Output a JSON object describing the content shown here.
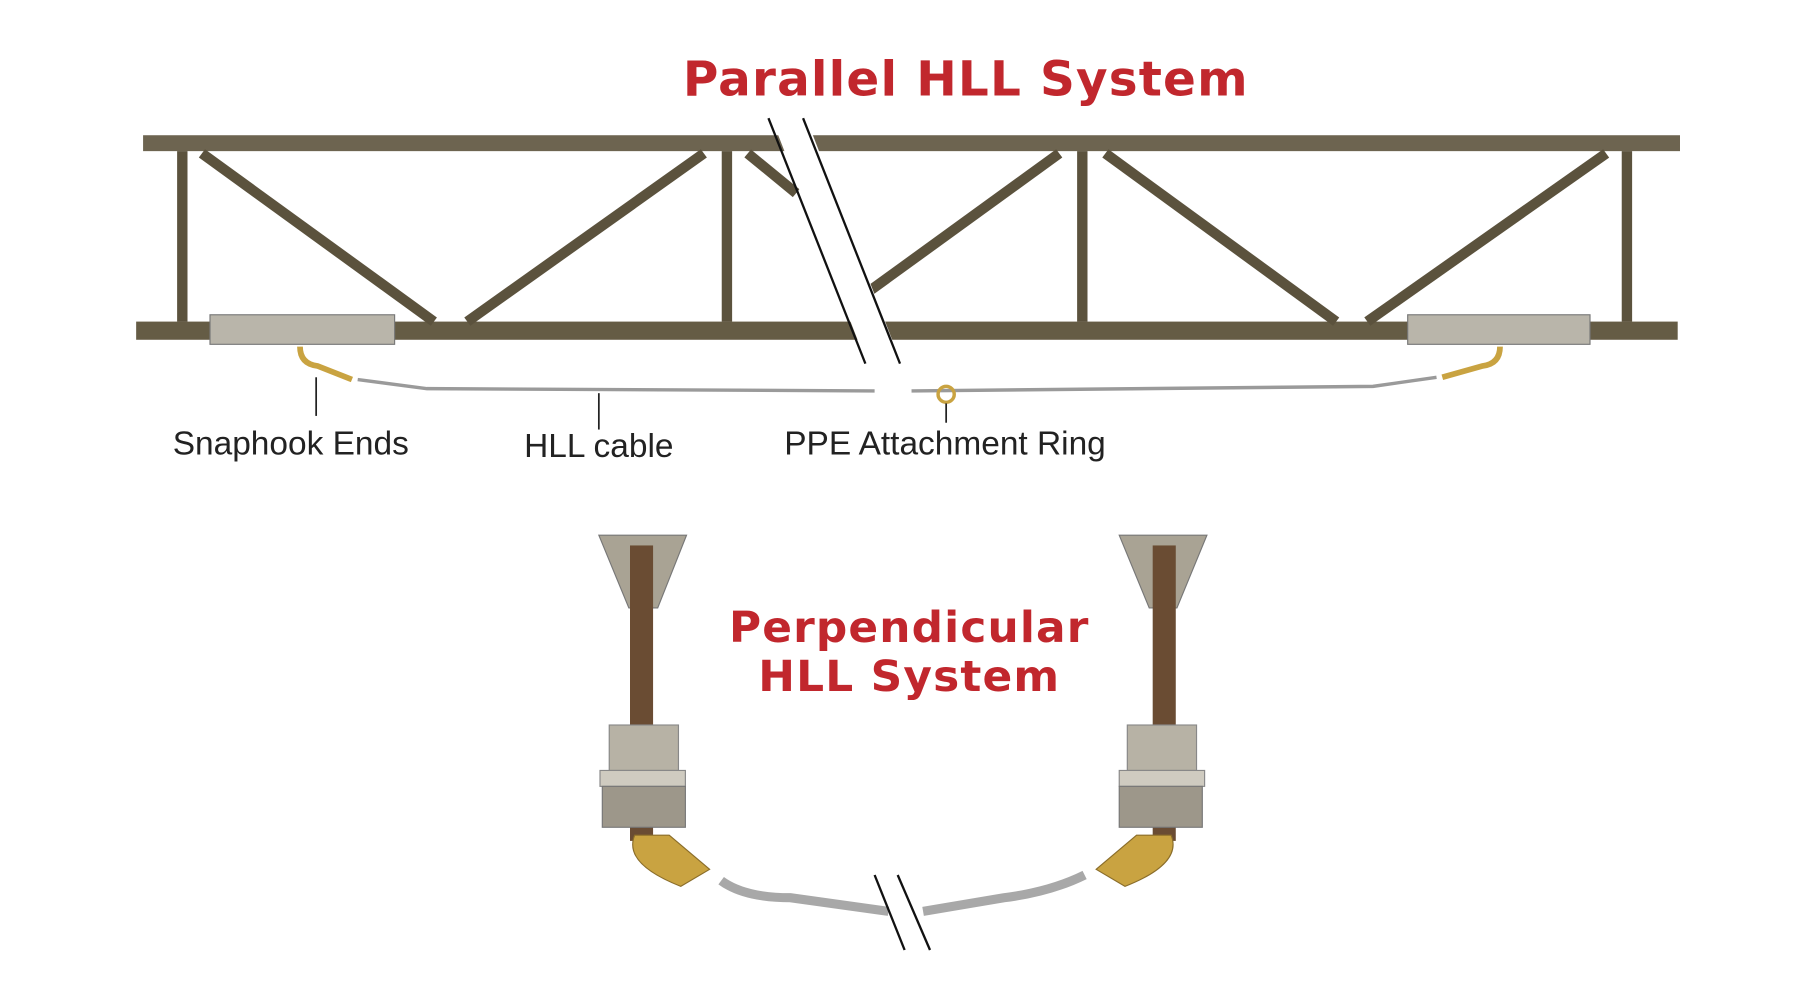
{
  "titles": {
    "parallel": "Parallel HLL System",
    "perpendicular_line1": "Perpendicular",
    "perpendicular_line2": "HLL System"
  },
  "labels": {
    "snaphook": "Snaphook Ends",
    "cable": "HLL cable",
    "ring": "PPE Attachment Ring"
  },
  "colors": {
    "title": "#c1272d",
    "steel": "#5e5540",
    "cable": "#9a9a9a",
    "brass": "#c9a341"
  }
}
